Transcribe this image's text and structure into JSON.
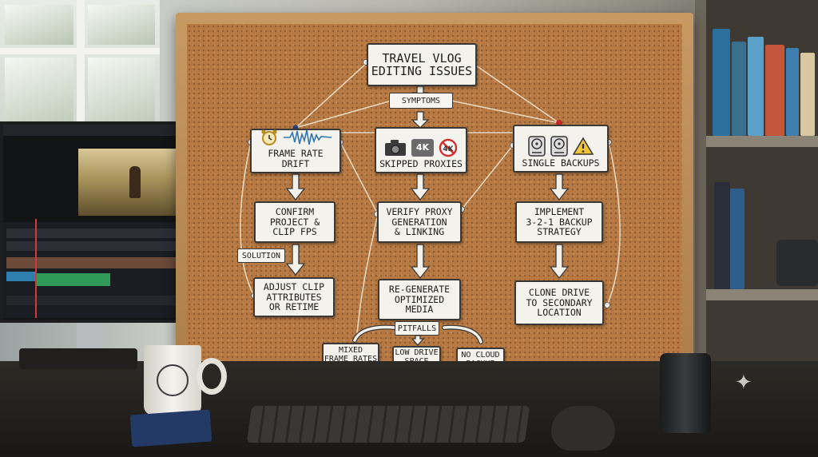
{
  "board": {
    "title": "TRAVEL VLOG\nEDITING ISSUES",
    "symptoms_label": "SYMPTOMS",
    "solution_label": "SOLUTION",
    "pitfalls_label": "PITFALLS"
  },
  "columns": [
    {
      "symptom": "FRAME RATE DRIFT",
      "step1": "CONFIRM\nPROJECT &\nCLIP FPS",
      "step2": "ADJUST CLIP\nATTRIBUTES\nOR RETIME",
      "icons": [
        "alarm-clock-icon",
        "waveform-icon"
      ]
    },
    {
      "symptom": "SKIPPED PROXIES",
      "step1": "VERIFY PROXY\nGENERATION\n& LINKING",
      "step2": "RE-GENERATE\nOPTIMIZED\nMEDIA",
      "icons": [
        "camera-icon",
        "4k-icon",
        "no-4k-icon"
      ],
      "icon_4k_text": "4K"
    },
    {
      "symptom": "SINGLE BACKUPS",
      "step1": "IMPLEMENT\n3-2-1 BACKUP\nSTRATEGY",
      "step2": "CLONE DRIVE\nTO SECONDARY\nLOCATION",
      "icons": [
        "hard-drive-icon",
        "hard-drive-icon",
        "warning-icon"
      ]
    }
  ],
  "pitfalls": [
    "MIXED\nFRAME RATES",
    "LOW DRIVE\nSPACE",
    "NO CLOUD\nBACKUP"
  ],
  "colors": {
    "cork": "#b77a44",
    "frame": "#b98a55",
    "card": "#f4f2ec",
    "pin_red": "#c62828",
    "pin_blue": "#2a3f74",
    "string": "#e8dcc4"
  }
}
